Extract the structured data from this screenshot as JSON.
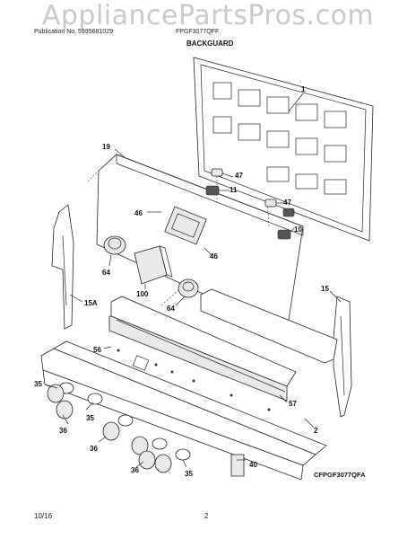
{
  "watermark": "AppliancePartsPros.com",
  "header": {
    "publication": "Publication No. 5995681029",
    "model": "FPGF3077QFF",
    "section": "BACKGUARD"
  },
  "diagram_code": "CFPGF3077QFA",
  "footer": {
    "date": "10/16",
    "page": "2"
  },
  "callouts": {
    "c1": "1",
    "c19": "19",
    "c47a": "47",
    "c11": "11",
    "c46a": "46",
    "c47b": "47",
    "c10": "10",
    "c46b": "46",
    "c64a": "64",
    "c100": "100",
    "c64b": "64",
    "c15a": "15A",
    "c15": "15",
    "c56": "56",
    "c57": "57",
    "c2": "2",
    "c35a": "35",
    "c36a": "36",
    "c35b": "35",
    "c36b": "36",
    "c36c": "36",
    "c35c": "35",
    "c40": "40"
  }
}
